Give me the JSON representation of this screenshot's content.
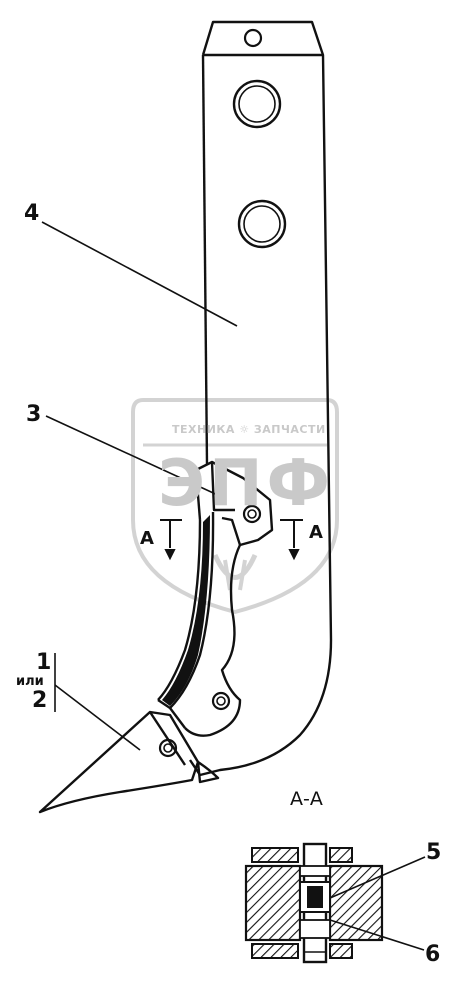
{
  "watermark": {
    "top_text": "ТЕХНИКА ☼ ЗАПЧАСТИ",
    "logo_text": "ЭПФ"
  },
  "labels": {
    "part_4": "4",
    "part_3": "3",
    "part_1": "1",
    "or_word": "или",
    "part_2": "2",
    "section_left": "А",
    "section_right": "А",
    "section_title": "А-А",
    "part_5": "5",
    "part_6": "6"
  },
  "colors": {
    "line": "#111111",
    "watermark": "#c9c9c9"
  }
}
